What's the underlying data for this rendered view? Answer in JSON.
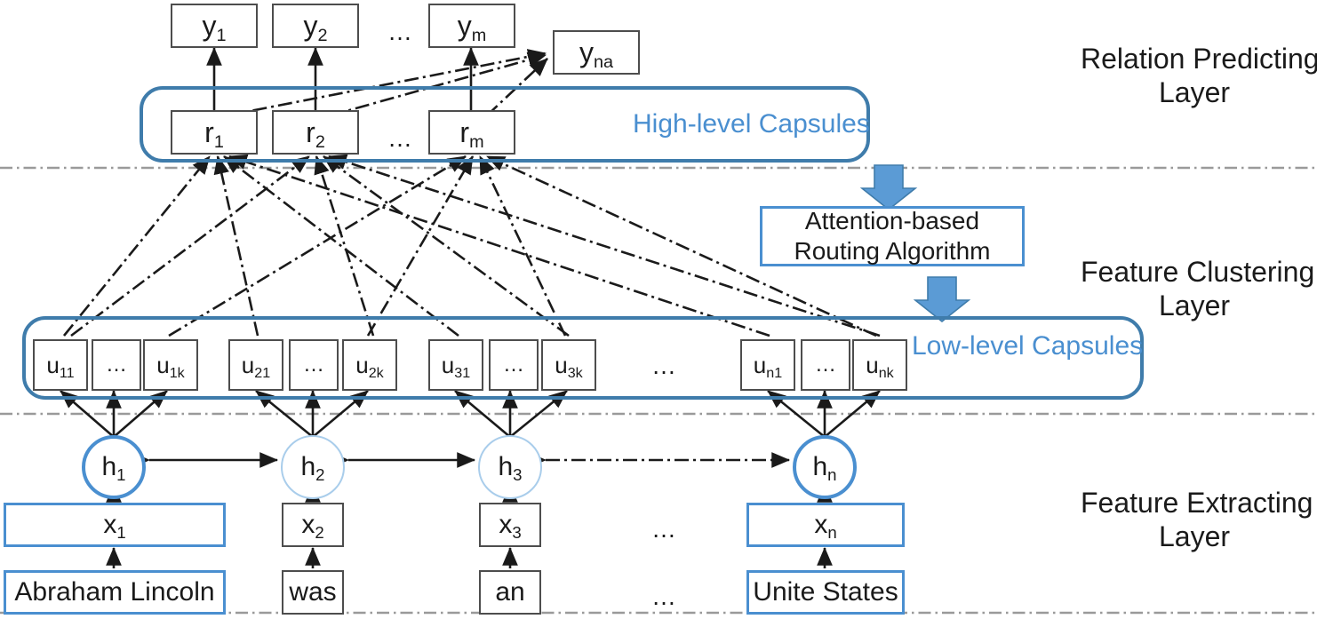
{
  "figure": {
    "title": "Capsule network architecture for relation extraction",
    "colors": {
      "blue_border": "#4a8fd0",
      "capsule_border": "#3f7cab",
      "capsule_label_text": "#4a8fd0",
      "box_border": "#4d4d4d",
      "arrow": "#1a1a1a",
      "separator": "#9a9a9a",
      "block_arrow_fill": "#5b9bd5",
      "block_arrow_stroke": "#3f7cab",
      "background": "#ffffff"
    }
  },
  "layer_labels": [
    {
      "name": "relation-predicting-layer",
      "line1": "Relation Predicting",
      "line2": "Layer"
    },
    {
      "name": "feature-clustering-layer",
      "line1": "Feature Clustering",
      "line2": "Layer"
    },
    {
      "name": "feature-extracting-layer",
      "line1": "Feature Extracting",
      "line2": "Layer"
    }
  ],
  "output_nodes": [
    {
      "name": "y-1",
      "base": "y",
      "sub": "1"
    },
    {
      "name": "y-2",
      "base": "y",
      "sub": "2"
    },
    {
      "name": "y-m",
      "base": "y",
      "sub": "m"
    },
    {
      "name": "y-na",
      "base": "y",
      "sub": "na"
    }
  ],
  "high_level_capsules": {
    "label": "High-level Capsules",
    "nodes": [
      {
        "name": "r-1",
        "base": "r",
        "sub": "1"
      },
      {
        "name": "r-2",
        "base": "r",
        "sub": "2"
      },
      {
        "name": "r-m",
        "base": "r",
        "sub": "m"
      }
    ]
  },
  "routing": {
    "line1": "Attention-based",
    "line2": "Routing Algorithm"
  },
  "low_level_capsules": {
    "label": "Low-level Capsules",
    "groups": [
      {
        "name": "capsule-group-1",
        "nodes": [
          {
            "name": "u-11",
            "base": "u",
            "sub": "11"
          },
          {
            "name": "u-1-ellipsis",
            "base": "…",
            "sub": ""
          },
          {
            "name": "u-1k",
            "base": "u",
            "sub": "1k"
          }
        ]
      },
      {
        "name": "capsule-group-2",
        "nodes": [
          {
            "name": "u-21",
            "base": "u",
            "sub": "21"
          },
          {
            "name": "u-2-ellipsis",
            "base": "…",
            "sub": ""
          },
          {
            "name": "u-2k",
            "base": "u",
            "sub": "2k"
          }
        ]
      },
      {
        "name": "capsule-group-3",
        "nodes": [
          {
            "name": "u-31",
            "base": "u",
            "sub": "31"
          },
          {
            "name": "u-3-ellipsis",
            "base": "…",
            "sub": ""
          },
          {
            "name": "u-3k",
            "base": "u",
            "sub": "3k"
          }
        ]
      },
      {
        "name": "capsule-group-n",
        "nodes": [
          {
            "name": "u-n1",
            "base": "u",
            "sub": "n1"
          },
          {
            "name": "u-n-ellipsis",
            "base": "…",
            "sub": ""
          },
          {
            "name": "u-nk",
            "base": "u",
            "sub": "nk"
          }
        ]
      }
    ]
  },
  "hidden_states": [
    {
      "name": "h-1",
      "base": "h",
      "sub": "1",
      "emphasis": true
    },
    {
      "name": "h-2",
      "base": "h",
      "sub": "2",
      "emphasis": false
    },
    {
      "name": "h-3",
      "base": "h",
      "sub": "3",
      "emphasis": false
    },
    {
      "name": "h-n",
      "base": "h",
      "sub": "n",
      "emphasis": true
    }
  ],
  "embeddings": [
    {
      "name": "x-1",
      "base": "x",
      "sub": "1",
      "emphasis": true
    },
    {
      "name": "x-2",
      "base": "x",
      "sub": "2",
      "emphasis": false
    },
    {
      "name": "x-3",
      "base": "x",
      "sub": "3",
      "emphasis": false
    },
    {
      "name": "x-n",
      "base": "x",
      "sub": "n",
      "emphasis": true
    }
  ],
  "tokens": [
    {
      "name": "token-1",
      "text": "Abraham Lincoln",
      "emphasis": true
    },
    {
      "name": "token-2",
      "text": "was",
      "emphasis": false
    },
    {
      "name": "token-3",
      "text": "an",
      "emphasis": false
    },
    {
      "name": "token-n",
      "text": "Unite States",
      "emphasis": true
    }
  ],
  "ellipses": {
    "output_row": "…",
    "relation_row": "…",
    "capsule_row": "…",
    "embedding_row": "…",
    "token_row": "…"
  }
}
